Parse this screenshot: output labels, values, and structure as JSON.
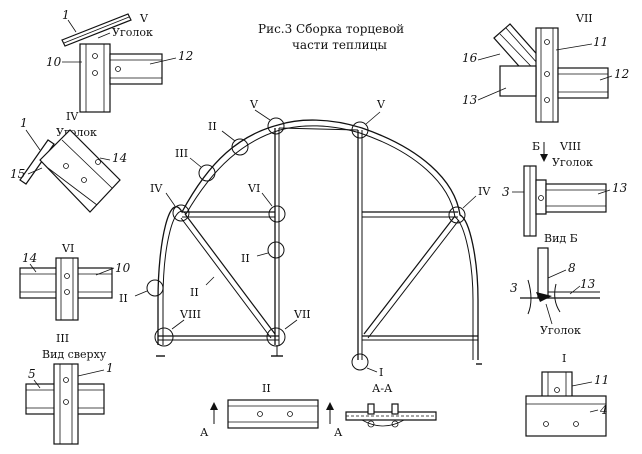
{
  "title": {
    "line1": "Рис.3  Сборка торцевой",
    "line2": "части теплицы"
  },
  "corner_label": "Уголок",
  "view_b_label": "Вид Б",
  "view_top_label": "Вид сверху",
  "section_label": "А-А",
  "arrow_b": "Б",
  "arrow_a": "А",
  "roman": {
    "I": "I",
    "II": "II",
    "III": "III",
    "IV": "IV",
    "V": "V",
    "VI": "VI",
    "VII": "VII",
    "VIII": "VIII"
  },
  "parts": {
    "p1": "1",
    "p3": "3",
    "p4": "4",
    "p5": "5",
    "p8": "8",
    "p10": "10",
    "p11": "11",
    "p12": "12",
    "p13": "13",
    "p14": "14",
    "p15": "15",
    "p16": "16"
  }
}
